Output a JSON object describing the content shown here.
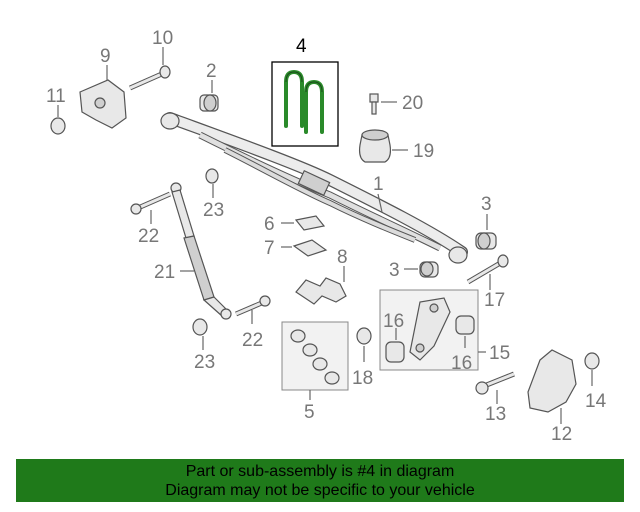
{
  "diagram": {
    "highlight_color": "#2a8a2a",
    "callouts": {
      "c1": "1",
      "c2": "2",
      "c3a": "3",
      "c3b": "3",
      "c4": "4",
      "c5": "5",
      "c6": "6",
      "c7": "7",
      "c8": "8",
      "c9": "9",
      "c10": "10",
      "c11": "11",
      "c12": "12",
      "c13": "13",
      "c14": "14",
      "c15": "15",
      "c16a": "16",
      "c16b": "16",
      "c17": "17",
      "c18": "18",
      "c19": "19",
      "c20": "20",
      "c21": "21",
      "c22a": "22",
      "c22b": "22",
      "c23a": "23",
      "c23b": "23"
    }
  },
  "banner": {
    "line1": "Part or sub-assembly is #4 in diagram",
    "line2": "Diagram may not be specific to your vehicle",
    "background": "#1f7a1a"
  }
}
